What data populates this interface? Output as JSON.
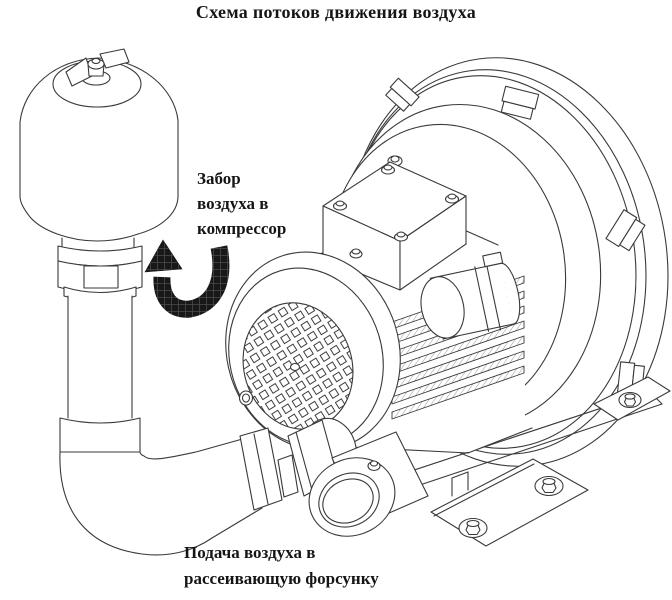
{
  "title": "Схема потоков движения воздуха",
  "labels": {
    "intake": {
      "lines": [
        "Забор",
        "воздуха в",
        "компрессор"
      ]
    },
    "outlet": {
      "lines": [
        "Подача воздуха в",
        "рассеивающую форсунку"
      ]
    }
  },
  "diagram": {
    "type": "technical line drawing",
    "subject": "side-channel blower (compressor) with intake filter pipe and outlet port",
    "flow_arrow": "curved U-arrow pointing up at filter intake"
  },
  "colors": {
    "ink": "#3a3a3a",
    "arrow_fill": "#181818",
    "background": "#ffffff"
  }
}
